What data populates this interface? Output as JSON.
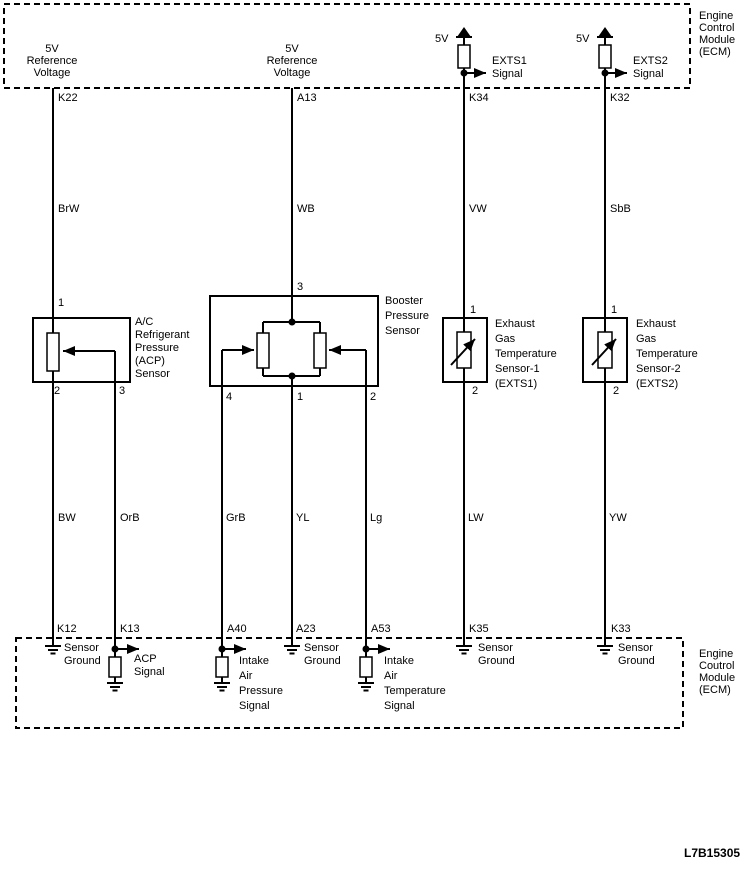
{
  "diagram_code": "L7B15305",
  "ecm_top": {
    "name_lines": [
      "Engine",
      "Control",
      "Module",
      "(ECM)"
    ]
  },
  "ecm_bottom": {
    "name_lines": [
      "Engine",
      "Coutrol",
      "Module",
      "(ECM)"
    ]
  },
  "supply": {
    "ref_voltage_lines": [
      "5V",
      "Reference",
      "Voltage"
    ],
    "five_v": "5V"
  },
  "signals": {
    "exts1_lines": [
      "EXTS1",
      "Signal"
    ],
    "exts2_lines": [
      "EXTS2",
      "Signal"
    ],
    "acp_lines": [
      "ACP",
      "Signal"
    ],
    "intake_air_pressure_lines": [
      "Intake",
      "Air",
      "Pressure",
      "Signal"
    ],
    "intake_air_temperature_lines": [
      "Intake",
      "Air",
      "Temperature",
      "Signal"
    ],
    "sensor_ground_lines": [
      "Sensor",
      "Ground"
    ]
  },
  "pins": {
    "k22": "K22",
    "a13": "A13",
    "k34": "K34",
    "k32": "K32",
    "k12": "K12",
    "k13": "K13",
    "a40": "A40",
    "a23": "A23",
    "a53": "A53",
    "k35": "K35",
    "k33": "K33"
  },
  "wire_colors": {
    "brw": "BrW",
    "wb": "WB",
    "vw": "VW",
    "sbb": "SbB",
    "bw": "BW",
    "orb": "OrB",
    "grb": "GrB",
    "yl": "YL",
    "lg": "Lg",
    "lw": "LW",
    "yw": "YW"
  },
  "sensors": {
    "acp": {
      "name_lines": [
        "A/C",
        "Refrigerant",
        "Pressure",
        "(ACP)",
        "Sensor"
      ],
      "pin1": "1",
      "pin2": "2",
      "pin3": "3"
    },
    "booster": {
      "name_lines": [
        "Booster",
        "Pressure",
        "Sensor"
      ],
      "pin1": "1",
      "pin2": "2",
      "pin3": "3",
      "pin4": "4"
    },
    "exts1": {
      "name_lines": [
        "Exhaust",
        "Gas",
        "Temperature",
        "Sensor-1",
        "(EXTS1)"
      ],
      "pin1": "1",
      "pin2": "2"
    },
    "exts2": {
      "name_lines": [
        "Exhaust",
        "Gas",
        "Temperature",
        "Sensor-2",
        "(EXTS2)"
      ],
      "pin1": "1",
      "pin2": "2"
    }
  }
}
